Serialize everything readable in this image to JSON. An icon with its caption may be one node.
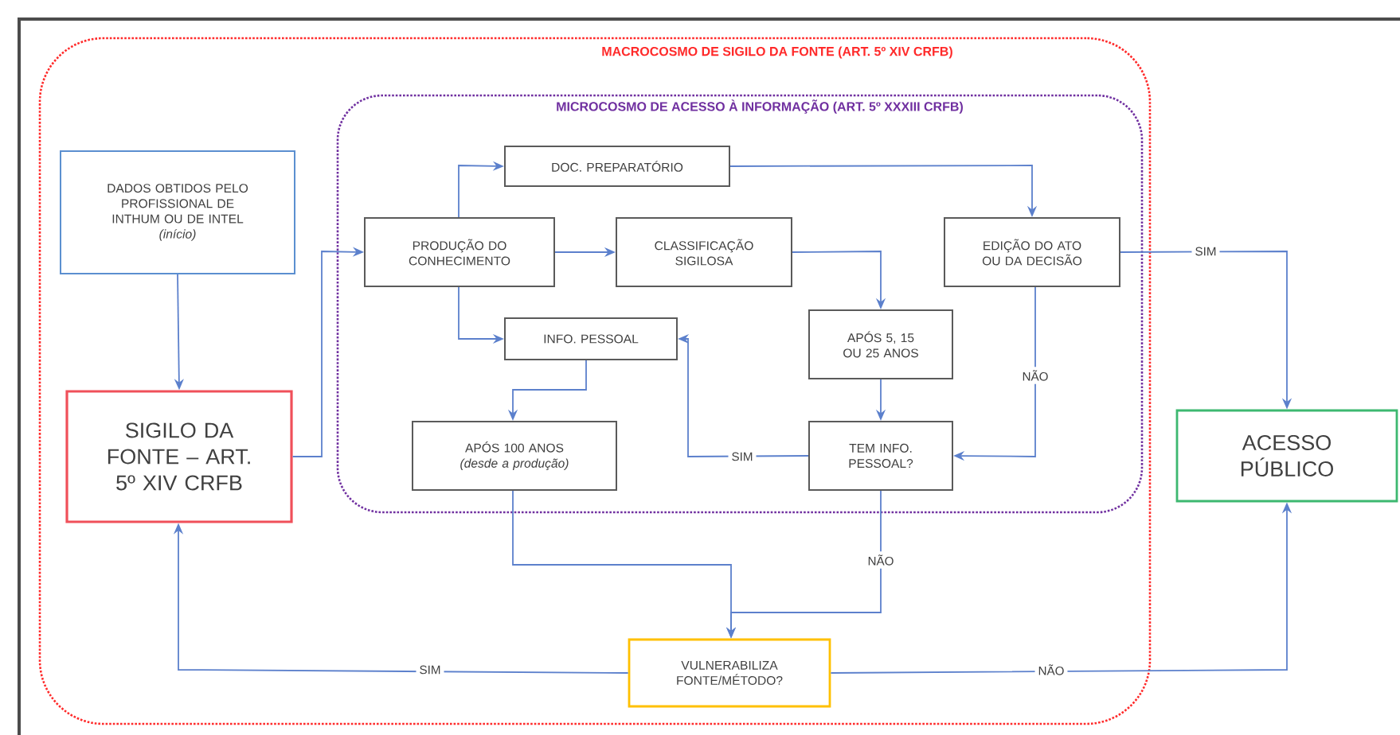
{
  "diagram": {
    "nodes": [
      {
        "text": [
          "MACROCOSMO DE SIGILO DA FONTE (ART. 5º XIV CRFB)"
        ]
      },
      {
        "text": [
          "MICROCOSMO DE ACESSO À INFORMAÇÃO (ART. 5º XXXIII CRFB)"
        ],
        "in": 0
      },
      {
        "text": [
          "DADOS OBTIDOS PELO PROFISSIONAL DE INTHUM OU DE INTEL",
          "(início)"
        ],
        "in": 0
      },
      {
        "text": [
          "SIGILO DA FONTE – ART. 5º XIV CRFB"
        ],
        "in": 0
      },
      {
        "text": [
          "PRODUÇÃO DO CONHECIMENTO"
        ],
        "in": 1
      },
      {
        "text": [
          "DOC. PREPARATÓRIO"
        ],
        "in": 1
      },
      {
        "text": [
          "CLASSIFICAÇÃO SIGILOSA"
        ],
        "in": 1
      },
      {
        "text": [
          "EDIÇÃO DO ATO OU DA DECISÃO"
        ],
        "in": 1
      },
      {
        "text": [
          "INFO. PESSOAL"
        ],
        "in": 1
      },
      {
        "text": [
          "APÓS 5, 15 OU 25 ANOS"
        ],
        "in": 1
      },
      {
        "text": [
          "APÓS 100 ANOS",
          "(desde a produção)"
        ],
        "in": 1
      },
      {
        "text": [
          "TEM INFO. PESSOAL?"
        ],
        "in": 1
      },
      {
        "text": [
          "VULNERABILIZA FONTE/MÉTODO?"
        ],
        "in": 0
      },
      {
        "text": [
          "ACESSO PÚBLICO"
        ]
      }
    ],
    "edges": [
      {
        "from": 2,
        "to": 3,
        "arrow": "to"
      },
      {
        "from": 3,
        "to": 4,
        "arrow": "to"
      },
      {
        "from": 4,
        "to": 5,
        "arrow": "to"
      },
      {
        "from": 4,
        "to": 6,
        "arrow": "to"
      },
      {
        "from": 4,
        "to": 8,
        "arrow": "to"
      },
      {
        "from": 5,
        "to": 7,
        "arrow": "to"
      },
      {
        "from": 6,
        "to": 9,
        "arrow": "to"
      },
      {
        "from": 9,
        "to": 11,
        "arrow": "to"
      },
      {
        "from": 7,
        "to": 11,
        "arrow": "to",
        "label": "NÃO"
      },
      {
        "from": 11,
        "to": 8,
        "arrow": "to",
        "label": "SIM"
      },
      {
        "from": 8,
        "to": 10,
        "arrow": "to"
      },
      {
        "from": 11,
        "to": 12,
        "arrow": "to",
        "label": "NÃO"
      },
      {
        "from": 10,
        "to": 12,
        "arrow": "to"
      },
      {
        "from": 12,
        "to": 3,
        "arrow": "to",
        "label": "SIM"
      },
      {
        "from": 12,
        "to": 13,
        "arrow": "to",
        "label": "NÃO"
      },
      {
        "from": 7,
        "to": 13,
        "arrow": "to",
        "label": "SIM"
      }
    ]
  }
}
